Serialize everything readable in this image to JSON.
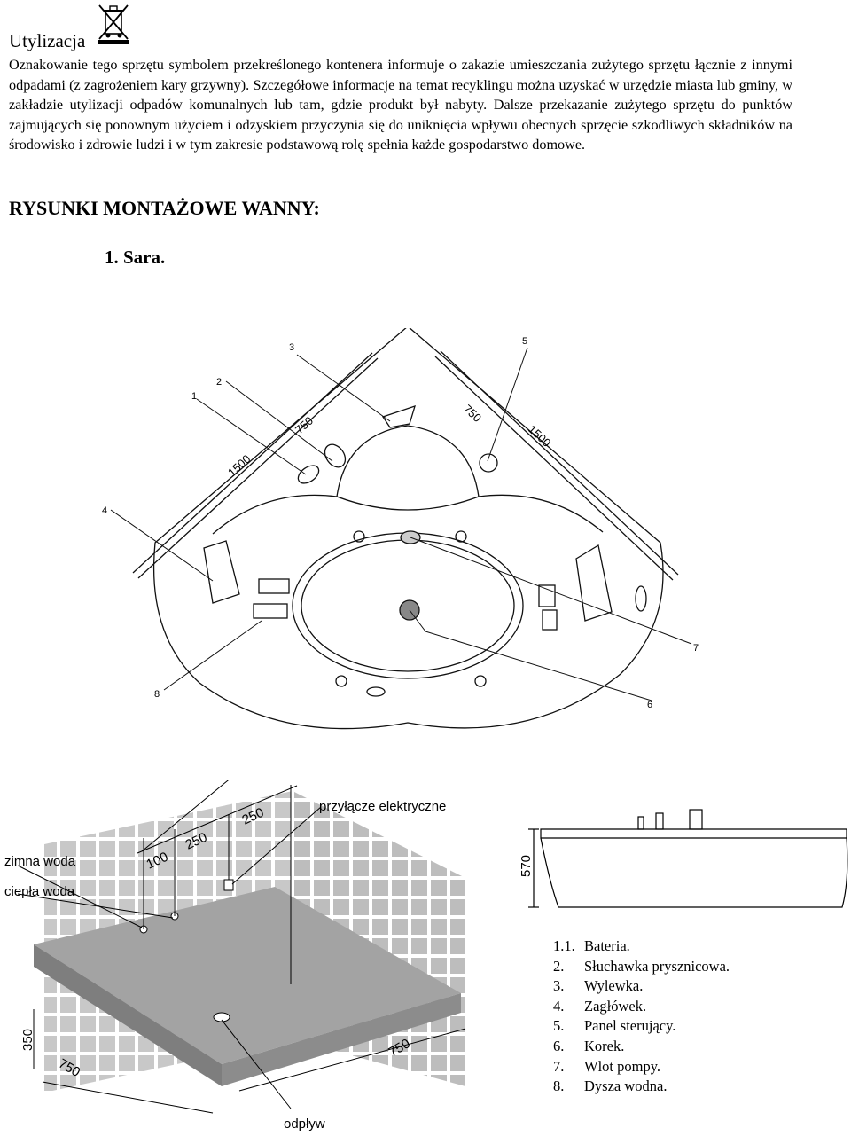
{
  "header": {
    "title": "Utylizacja",
    "weee_icon": "crossed-out-bin-icon"
  },
  "body_text": "Oznakowanie tego sprzętu symbolem przekreślonego kontenera informuje o zakazie umieszczania zużytego sprzętu łącznie z innymi odpadami (z zagrożeniem kary grzywny). Szczegółowe informacje na temat recyklingu można uzyskać w urzędzie miasta lub gminy, w zakładzie utylizacji odpadów komunalnych lub tam, gdzie produkt był nabyty. Dalsze przekazanie zużytego sprzętu do punktów zajmujących się ponownym użyciem i odzyskiem przyczynia się do uniknięcia wpływu obecnych sprzęcie szkodliwych składników na środowisko i zdrowie ludzi i w tym zakresie podstawową rolę spełnia każde gospodarstwo domowe.",
  "section_title": "RYSUNKI MONTAŻOWE WANNY:",
  "subtitle": "1.   Sara.",
  "top_diagram": {
    "callouts": [
      "1",
      "2",
      "3",
      "4",
      "5",
      "6",
      "7",
      "8"
    ],
    "dims": [
      "1500",
      "750",
      "750",
      "1500"
    ]
  },
  "install_diagram": {
    "labels": {
      "elec": "przyłącze elektryczne",
      "cold": "zimna woda",
      "hot": "ciepła woda",
      "drain": "odpływ"
    },
    "dims": {
      "d100": "100",
      "d250a": "250",
      "d250b": "250",
      "d350": "350",
      "d750a": "750",
      "d750b": "750"
    }
  },
  "side_view": {
    "height": "570"
  },
  "legend": [
    {
      "num": "1.1.",
      "text": "Bateria."
    },
    {
      "num": "2.",
      "text": "Słuchawka prysznicowa."
    },
    {
      "num": "3.",
      "text": "Wylewka."
    },
    {
      "num": "4.",
      "text": "Zagłówek."
    },
    {
      "num": "5.",
      "text": "Panel sterujący."
    },
    {
      "num": "6.",
      "text": "Korek."
    },
    {
      "num": "7.",
      "text": "Wlot pompy."
    },
    {
      "num": "8.",
      "text": "Dysza wodna."
    }
  ]
}
